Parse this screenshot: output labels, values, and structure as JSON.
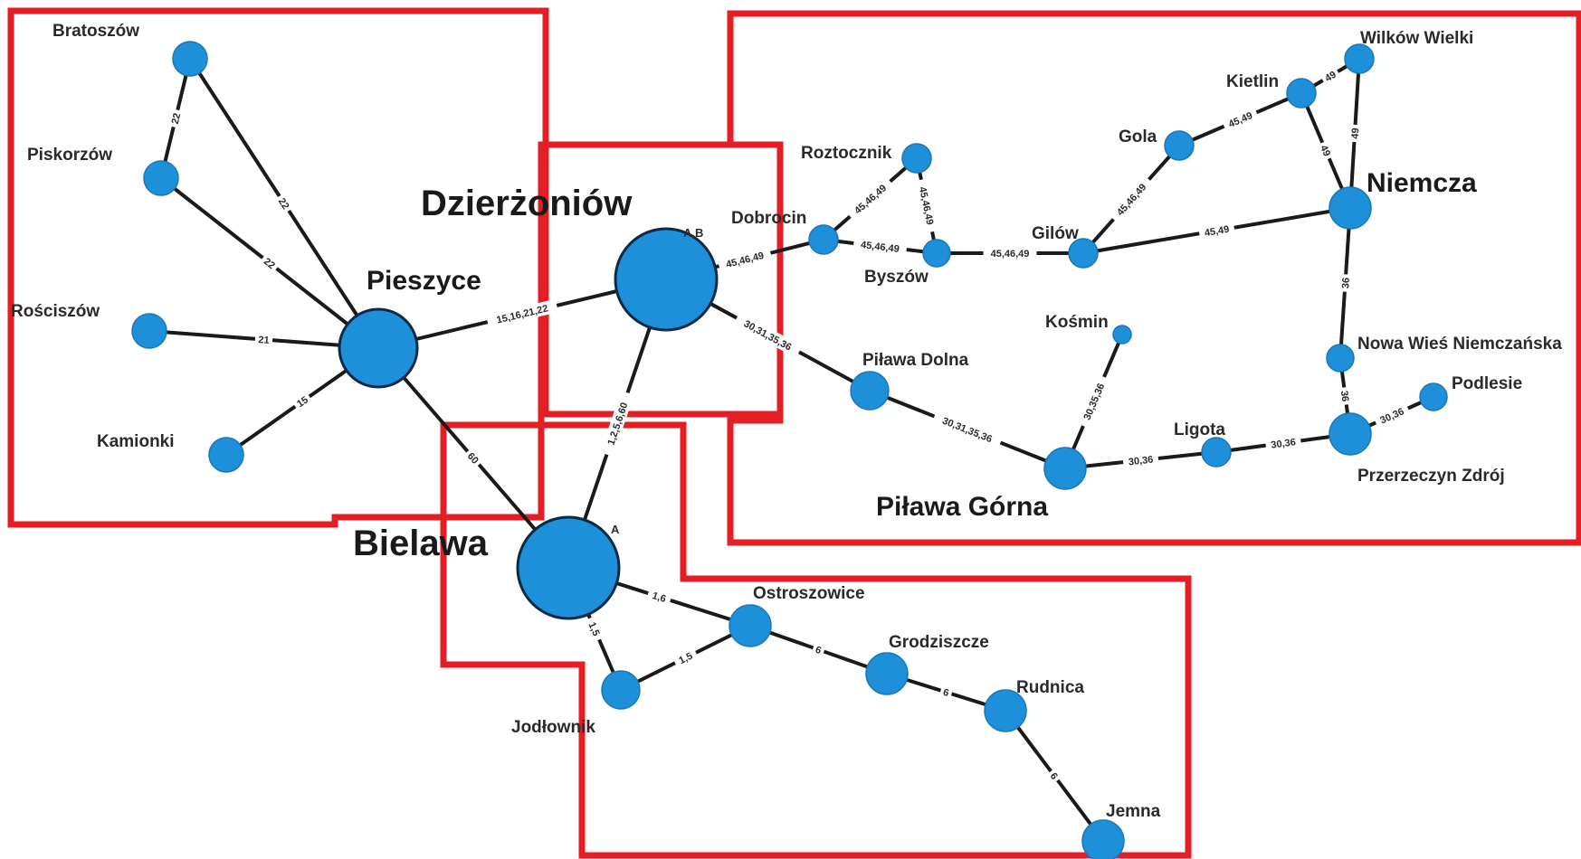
{
  "colors": {
    "zone": "#e31e24",
    "node": "#1e8fd9",
    "edge": "#1a1a1a",
    "label": "#2a2a2a"
  },
  "nodes": {
    "bratoszow": "Bratoszów",
    "piskorzow": "Piskorzów",
    "rosciszow": "Rościszów",
    "kamionki": "Kamionki",
    "pieszyce": "Pieszyce",
    "dzierzoniow": "Dzierżoniów",
    "bielawa": "Bielawa",
    "dobrocin": "Dobrocin",
    "roztocznik": "Roztocznik",
    "byszow": "Byszów",
    "gilow": "Gilów",
    "gola": "Gola",
    "kietlin": "Kietlin",
    "wilkow_wielki": "Wilków Wielki",
    "niemcza": "Niemcza",
    "kosmin": "Kośmin",
    "pilawa_dolna": "Piława Dolna",
    "pilawa_gorna": "Piława Górna",
    "ligota": "Ligota",
    "nowa_wies_niemczanska": "Nowa Wieś Niemczańska",
    "przerzeczyn_zdroj": "Przerzeczyn Zdrój",
    "podlesie": "Podlesie",
    "ostroszowice": "Ostroszowice",
    "jodlownik": "Jodłownik",
    "grodziszcze": "Grodziszcze",
    "rudnica": "Rudnica",
    "jemna": "Jemna"
  },
  "station_tags": {
    "dzierzoniow": "A,B",
    "bielawa": "A"
  },
  "edges": [
    {
      "from": "bratoszow",
      "to": "piskorzow",
      "lines": "22"
    },
    {
      "from": "bratoszow",
      "to": "pieszyce",
      "lines": "22"
    },
    {
      "from": "piskorzow",
      "to": "pieszyce",
      "lines": "22"
    },
    {
      "from": "rosciszow",
      "to": "pieszyce",
      "lines": "21"
    },
    {
      "from": "kamionki",
      "to": "pieszyce",
      "lines": "15"
    },
    {
      "from": "pieszyce",
      "to": "dzierzoniow",
      "lines": "15,16,21,22"
    },
    {
      "from": "pieszyce",
      "to": "bielawa",
      "lines": "60"
    },
    {
      "from": "dzierzoniow",
      "to": "bielawa",
      "lines": "1,2,5,6,60"
    },
    {
      "from": "dzierzoniow",
      "to": "dobrocin",
      "lines": "45,46,49"
    },
    {
      "from": "dobrocin",
      "to": "roztocznik",
      "lines": "45,46,49"
    },
    {
      "from": "dobrocin",
      "to": "byszow",
      "lines": "45,46,49"
    },
    {
      "from": "roztocznik",
      "to": "byszow",
      "lines": "45,46,49"
    },
    {
      "from": "byszow",
      "to": "gilow",
      "lines": "45,46,49"
    },
    {
      "from": "gilow",
      "to": "gola",
      "lines": "45,46,49"
    },
    {
      "from": "gola",
      "to": "kietlin",
      "lines": "45,49"
    },
    {
      "from": "kietlin",
      "to": "wilkow_wielki",
      "lines": "49"
    },
    {
      "from": "kietlin",
      "to": "niemcza",
      "lines": "49"
    },
    {
      "from": "wilkow_wielki",
      "to": "niemcza",
      "lines": "49"
    },
    {
      "from": "gilow",
      "to": "niemcza",
      "lines": "45,49"
    },
    {
      "from": "niemcza",
      "to": "nowa_wies_niemczanska",
      "lines": "36"
    },
    {
      "from": "nowa_wies_niemczanska",
      "to": "przerzeczyn_zdroj",
      "lines": "36"
    },
    {
      "from": "przerzeczyn_zdroj",
      "to": "podlesie",
      "lines": "30,36"
    },
    {
      "from": "dzierzoniow",
      "to": "pilawa_dolna",
      "lines": "30,31,35,36"
    },
    {
      "from": "pilawa_dolna",
      "to": "pilawa_gorna",
      "lines": "30,31,35,36"
    },
    {
      "from": "pilawa_gorna",
      "to": "kosmin",
      "lines": "30,35,36"
    },
    {
      "from": "pilawa_gorna",
      "to": "ligota",
      "lines": "30,36"
    },
    {
      "from": "ligota",
      "to": "przerzeczyn_zdroj",
      "lines": "30,36"
    },
    {
      "from": "bielawa",
      "to": "ostroszowice",
      "lines": "1,6"
    },
    {
      "from": "bielawa",
      "to": "jodlownik",
      "lines": "1,5"
    },
    {
      "from": "jodlownik",
      "to": "ostroszowice",
      "lines": "1,5"
    },
    {
      "from": "ostroszowice",
      "to": "grodziszcze",
      "lines": "6"
    },
    {
      "from": "grodziszcze",
      "to": "rudnica",
      "lines": "6"
    },
    {
      "from": "rudnica",
      "to": "jemna",
      "lines": "6"
    }
  ]
}
